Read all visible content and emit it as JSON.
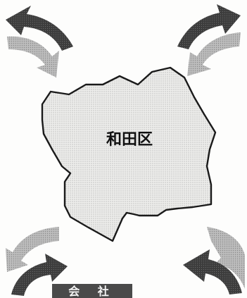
{
  "map": {
    "region_name": "和田区",
    "bottom_label": "会 社",
    "colors": {
      "region_fill": "#e9e9e7",
      "region_stroke": "#1a1a1a",
      "arrow_dark": "#3a3a3a",
      "arrow_light": "#a8a8a8",
      "label_bg": "#4a4a4a",
      "label_text": "#f4f4f4"
    },
    "arrows": [
      {
        "name": "arrow-top-left-dark",
        "direction": "inward-curve",
        "tone": "dark"
      },
      {
        "name": "arrow-top-left-light",
        "direction": "inward-curve",
        "tone": "light"
      },
      {
        "name": "arrow-top-right-dark",
        "direction": "inward-curve",
        "tone": "dark"
      },
      {
        "name": "arrow-top-right-light",
        "direction": "inward-curve",
        "tone": "light"
      },
      {
        "name": "arrow-bottom-left-dark",
        "direction": "inward-curve",
        "tone": "dark"
      },
      {
        "name": "arrow-bottom-left-light",
        "direction": "inward-curve",
        "tone": "light"
      },
      {
        "name": "arrow-bottom-right-dark",
        "direction": "inward-curve",
        "tone": "dark"
      },
      {
        "name": "arrow-bottom-right-light",
        "direction": "inward-curve",
        "tone": "light"
      }
    ]
  }
}
